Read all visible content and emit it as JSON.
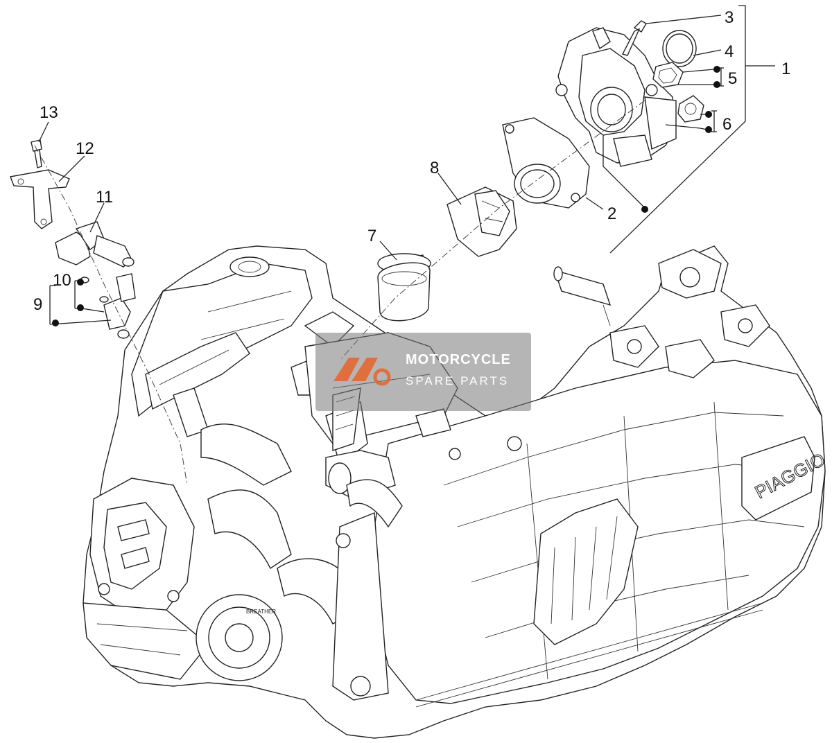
{
  "callouts": {
    "c1": "1",
    "c2": "2",
    "c3": "3",
    "c4": "4",
    "c5": "5",
    "c6": "6",
    "c7": "7",
    "c8": "8",
    "c9": "9",
    "c10": "10",
    "c11": "11",
    "c12": "12",
    "c13": "13"
  },
  "watermark": {
    "line1": "MOTORCYCLE",
    "line2": "SPARE PARTS"
  },
  "engine_brand": "PIAGGIO",
  "colors": {
    "line": "#222222",
    "watermark_bg": "#787878",
    "watermark_logo": "#e8632a"
  }
}
